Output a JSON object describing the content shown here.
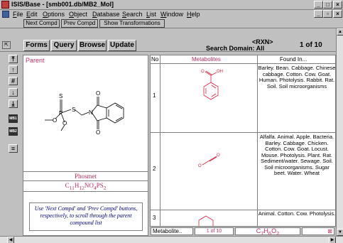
{
  "window": {
    "title": "ISIS/Base - [smb001.db/MB2_Mol]",
    "controls": {
      "minimize": "_",
      "maximize": "□",
      "close": "×"
    },
    "doc_controls": {
      "minimize": "_",
      "restore": "▫",
      "close": "×"
    }
  },
  "menu": [
    "File",
    "Edit",
    "Options",
    "Object",
    "Database",
    "Search",
    "List",
    "Window",
    "Help"
  ],
  "toolbar1": {
    "next_compd": "Next Compd",
    "prev_compd": "Prev Compd",
    "show_transformations": "Show Transformations"
  },
  "toolbar2": {
    "forms": "Forms",
    "query": "Query",
    "browse": "Browse",
    "update": "Update",
    "rxn_label": "<RXN>",
    "search_domain": "Search Domain: All",
    "counter": "1 of 10"
  },
  "leftnav": {
    "first": "⤒",
    "up": "↑",
    "hash": "#",
    "down": "↓",
    "last": "⤓",
    "mb1": "MB1",
    "mb2": "MB2",
    "list": "≡"
  },
  "parent": {
    "label": "Parent",
    "compound_name": "Phosmet",
    "formula_prefix": "C",
    "formula_sub1": "11",
    "formula_h": "H",
    "formula_sub2": "12",
    "formula_no": "NO",
    "formula_sub3": "4",
    "formula_ps": "PS",
    "formula_sub4": "2",
    "hint": "Use 'Next Compd' and 'Prev Compd' buttons, respectively, to scroll through the parent compound list"
  },
  "metabolites": {
    "headers": {
      "no": "No",
      "metabolites": "Metabolites",
      "found_in": "Found In..."
    },
    "rows": [
      {
        "no": "1",
        "found_in": "Barley. Bean. Cabbage. Chinese cabbage. Cotton. Cow. Goat. Human. Photolysis. Rabbit. Rat. Soil. Soil microorganisms"
      },
      {
        "no": "2",
        "found_in": "Alfalfa. Animal. Apple. Bacteria. Barley. Cabbage. Chicken. Cotton. Cow. Goat. Locust. Mouse. Photolysis. Plant. Rat. Sediment/water. Sewage. Soil. Soil microorganisms. Sugar beet. Water. Wheat"
      },
      {
        "no": "3",
        "found_in": "Animal. Cotton. Cow. Photolysis."
      }
    ]
  },
  "status": {
    "field": "Metabolite..",
    "count": "1 of 10",
    "formula_c": "C",
    "formula_sub1": "7",
    "formula_h": "H",
    "formula_sub2": "6",
    "formula_o": "O",
    "formula_sub3": "2",
    "close_icon": "⊠"
  },
  "colors": {
    "accent": "#c03060",
    "hint": "#000080"
  }
}
